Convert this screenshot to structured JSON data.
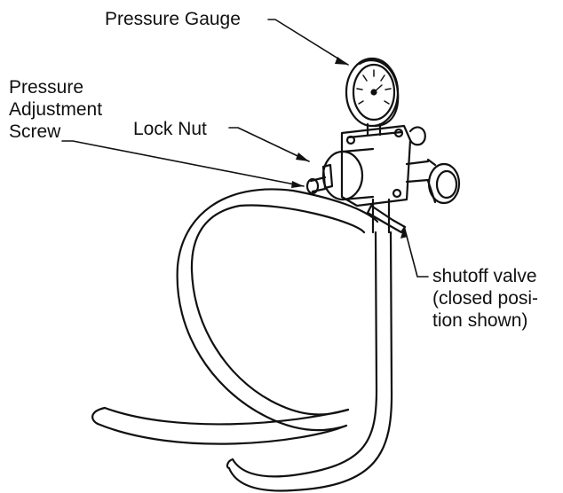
{
  "labels": {
    "pressure_gauge": "Pressure Gauge",
    "pressure_adjustment_screw": [
      "Pressure",
      "Adjustment",
      "Screw"
    ],
    "lock_nut": "Lock Nut",
    "shutoff_valve": [
      "shutoff valve",
      "(closed posi-",
      "tion shown)"
    ]
  },
  "colors": {
    "line": "#111111",
    "background": "#ffffff"
  }
}
